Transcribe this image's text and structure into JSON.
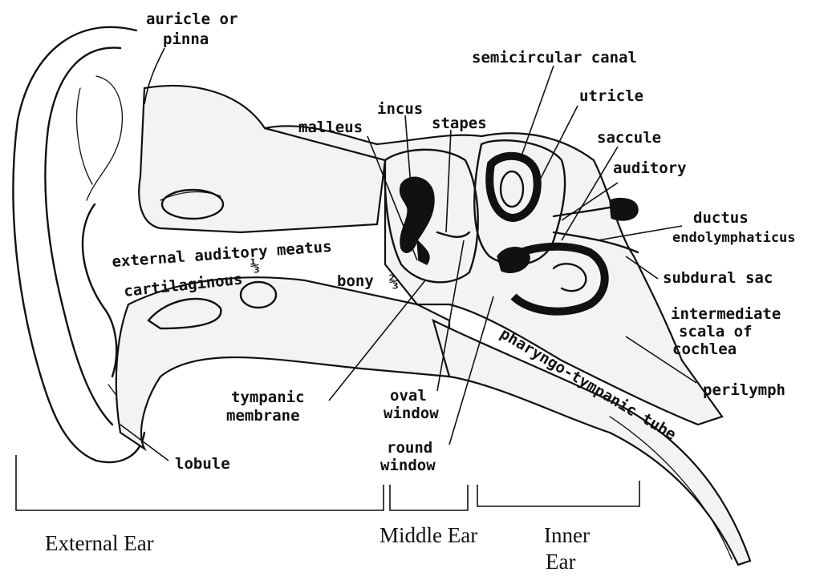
{
  "labels": {
    "auricle_line1": "auricle or",
    "auricle_line2": "pinna",
    "semicircular_canal": "semicircular canal",
    "incus": "incus",
    "malleus": "malleus",
    "stapes": "stapes",
    "utricle": "utricle",
    "saccule": "saccule",
    "auditory": "auditory",
    "ductus_line1": "ductus",
    "ductus_line2": "endolymphaticus",
    "external_auditory_meatus": "external auditory meatus",
    "cartilaginous": "cartilaginous",
    "cartilaginous_fraction": "⅓",
    "bony": "bony",
    "bony_fraction": "⅔",
    "subdural_sac": "subdural sac",
    "intermediate_line1": "intermediate",
    "intermediate_line2": "scala of",
    "intermediate_line3": "cochlea",
    "perilymph": "perilymph",
    "pharyngo_tympanic_tube": "pharyngo-tympanic tube",
    "tympanic_line1": "tympanic",
    "tympanic_line2": "membrane",
    "oval_line1": "oval",
    "oval_line2": "window",
    "round_line1": "round",
    "round_line2": "window",
    "lobule": "lobule"
  },
  "sections": {
    "external_ear": "External Ear",
    "middle_ear": "Middle Ear",
    "inner_ear_line1": "Inner",
    "inner_ear_line2": "Ear"
  },
  "colors": {
    "ink": "#111111",
    "paper": "#ffffff"
  }
}
